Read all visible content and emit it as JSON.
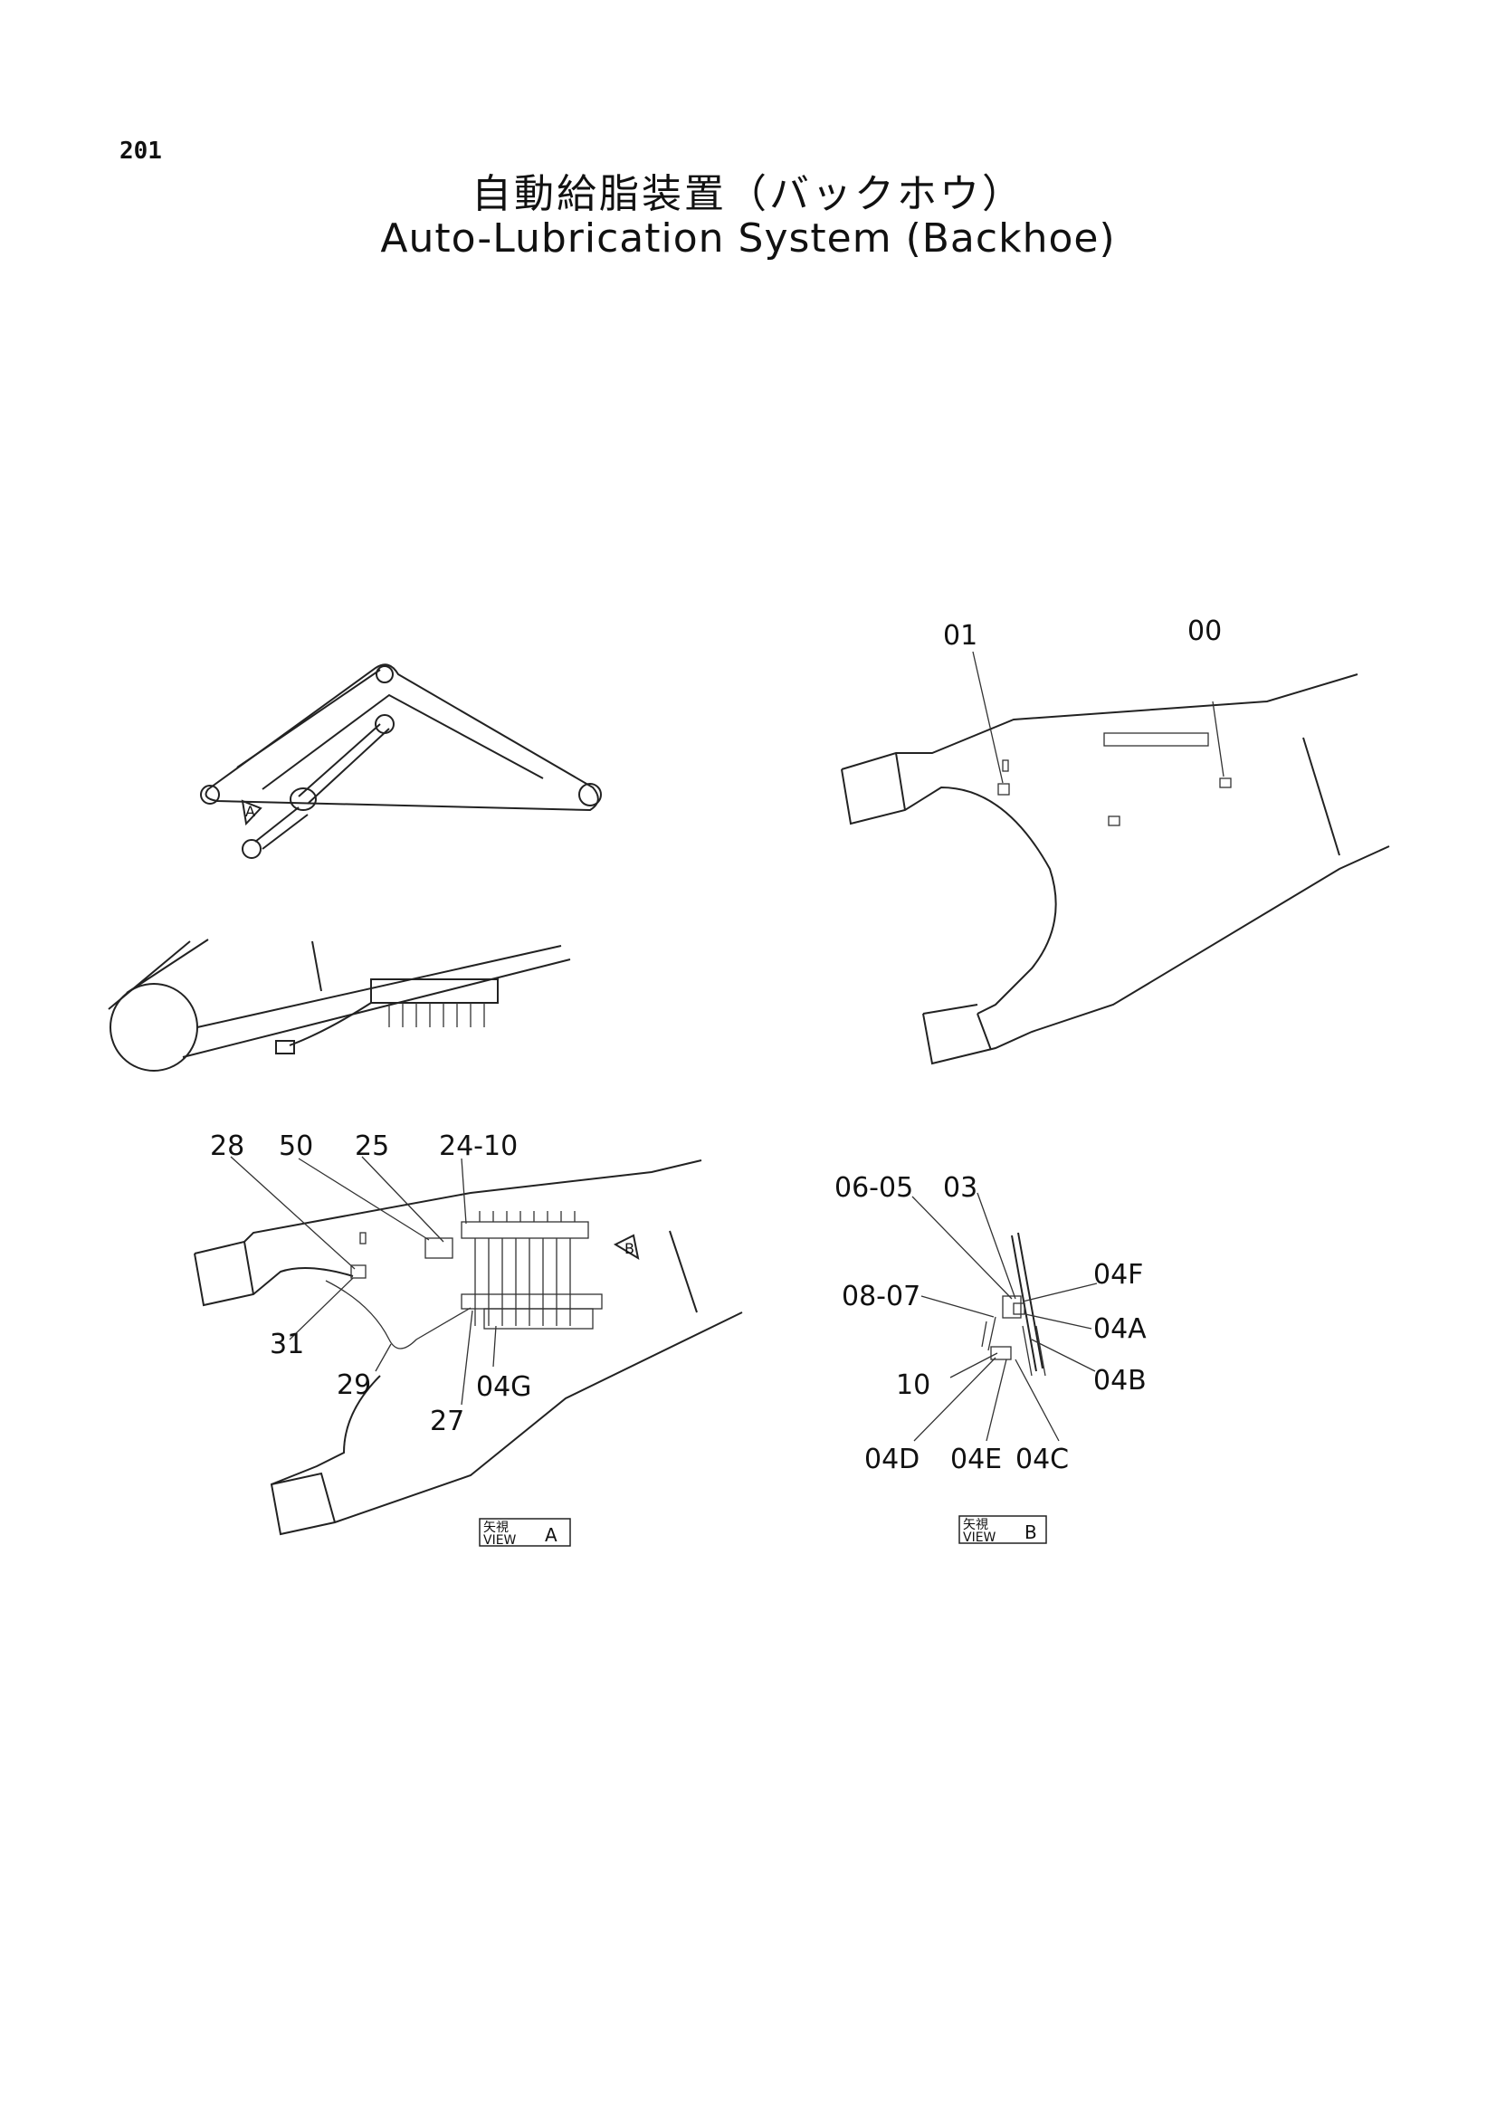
{
  "page_number": "201",
  "title_jp": "自動給脂装置（バックホウ）",
  "title_en": "Auto-Lubrication System (Backhoe)",
  "arrow_a": "A",
  "arrow_b": "B",
  "top_right_callouts": [
    "01",
    "00"
  ],
  "view_a": {
    "callouts": [
      "28",
      "50",
      "25",
      "24-10",
      "31",
      "29",
      "27",
      "04G"
    ],
    "caption_jp": "矢視",
    "caption_view": "VIEW",
    "caption_letter": "A"
  },
  "view_b": {
    "callouts": [
      "06-05",
      "03",
      "04F",
      "08-07",
      "04A",
      "10",
      "04B",
      "04D",
      "04E",
      "04C"
    ],
    "caption_jp": "矢視",
    "caption_view": "VIEW",
    "caption_letter": "B"
  }
}
